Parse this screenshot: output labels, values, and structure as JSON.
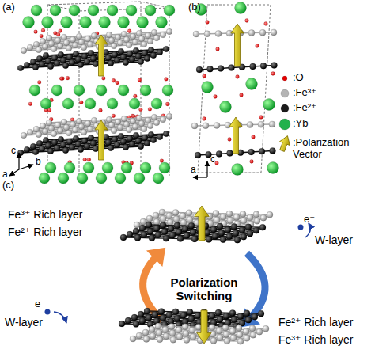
{
  "diagram": {
    "labels": [
      "(a)",
      "c",
      "b",
      "a",
      "(b)",
      "c",
      "a",
      "(c)",
      "Fe³⁺ Rich layer",
      "Fe²⁺ Rich layer",
      "e⁻",
      "W-layer",
      "Polarization Switching",
      "W-layer",
      "e⁻",
      "Fe²⁺ Rich layer",
      "Fe³⁺ Rich layer"
    ],
    "legend": [
      {
        "text": ":O",
        "color": "#e60000"
      },
      {
        "text": ":Fe³⁺",
        "color": "#b4b4b4"
      },
      {
        "text": ":Fe²⁺",
        "color": "#1a1a1a"
      },
      {
        "text": ":Yb",
        "color": "#22b14c"
      },
      {
        "text": ":Polarization Vector"
      }
    ]
  }
}
